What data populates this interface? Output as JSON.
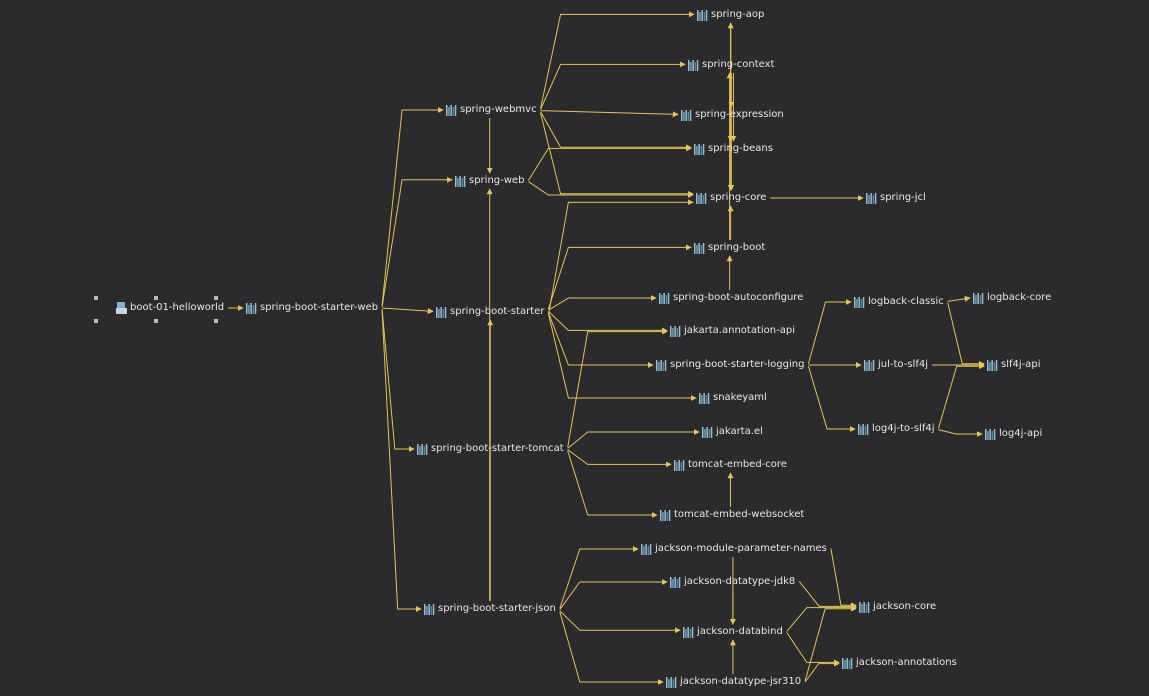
{
  "diagram": {
    "edge_color": "#e9c54a",
    "selected_node": "boot-01-helloworld",
    "root": {
      "id": "root",
      "label": "boot-01-helloworld",
      "icon": "maven-project-icon"
    },
    "nodes": [
      {
        "id": "ssw",
        "label": "spring-boot-starter-web"
      },
      {
        "id": "webmvc",
        "label": "spring-webmvc"
      },
      {
        "id": "web",
        "label": "spring-web"
      },
      {
        "id": "starter",
        "label": "spring-boot-starter"
      },
      {
        "id": "tomcatstarter",
        "label": "spring-boot-starter-tomcat"
      },
      {
        "id": "jsonstarter",
        "label": "spring-boot-starter-json"
      },
      {
        "id": "aop",
        "label": "spring-aop"
      },
      {
        "id": "context",
        "label": "spring-context"
      },
      {
        "id": "expression",
        "label": "spring-expression"
      },
      {
        "id": "beans",
        "label": "spring-beans"
      },
      {
        "id": "core",
        "label": "spring-core"
      },
      {
        "id": "jcl",
        "label": "spring-jcl"
      },
      {
        "id": "boot",
        "label": "spring-boot"
      },
      {
        "id": "autoconf",
        "label": "spring-boot-autoconfigure"
      },
      {
        "id": "jakann",
        "label": "jakarta.annotation-api"
      },
      {
        "id": "logging",
        "label": "spring-boot-starter-logging"
      },
      {
        "id": "snakeyaml",
        "label": "snakeyaml"
      },
      {
        "id": "jakel",
        "label": "jakarta.el"
      },
      {
        "id": "tcore",
        "label": "tomcat-embed-core"
      },
      {
        "id": "tws",
        "label": "tomcat-embed-websocket"
      },
      {
        "id": "logbackclassic",
        "label": "logback-classic"
      },
      {
        "id": "logbackcore",
        "label": "logback-core"
      },
      {
        "id": "jultoslf",
        "label": "jul-to-slf4j"
      },
      {
        "id": "slf4j",
        "label": "slf4j-api"
      },
      {
        "id": "log4jtoslf",
        "label": "log4j-to-slf4j"
      },
      {
        "id": "log4japi",
        "label": "log4j-api"
      },
      {
        "id": "jmpn",
        "label": "jackson-module-parameter-names"
      },
      {
        "id": "jdk8",
        "label": "jackson-datatype-jdk8"
      },
      {
        "id": "databind",
        "label": "jackson-databind"
      },
      {
        "id": "jsr310",
        "label": "jackson-datatype-jsr310"
      },
      {
        "id": "jcore",
        "label": "jackson-core"
      },
      {
        "id": "jann",
        "label": "jackson-annotations"
      }
    ],
    "edges": [
      [
        "root",
        "ssw"
      ],
      [
        "ssw",
        "webmvc"
      ],
      [
        "ssw",
        "web"
      ],
      [
        "ssw",
        "starter"
      ],
      [
        "ssw",
        "tomcatstarter"
      ],
      [
        "ssw",
        "jsonstarter"
      ],
      [
        "webmvc",
        "web"
      ],
      [
        "webmvc",
        "aop"
      ],
      [
        "webmvc",
        "context"
      ],
      [
        "webmvc",
        "expression"
      ],
      [
        "webmvc",
        "beans"
      ],
      [
        "webmvc",
        "core"
      ],
      [
        "web",
        "beans"
      ],
      [
        "web",
        "core"
      ],
      [
        "aop",
        "beans"
      ],
      [
        "aop",
        "core"
      ],
      [
        "context",
        "aop"
      ],
      [
        "context",
        "beans"
      ],
      [
        "context",
        "core"
      ],
      [
        "context",
        "expression"
      ],
      [
        "expression",
        "core"
      ],
      [
        "beans",
        "core"
      ],
      [
        "core",
        "jcl"
      ],
      [
        "boot",
        "core"
      ],
      [
        "boot",
        "context"
      ],
      [
        "starter",
        "boot"
      ],
      [
        "starter",
        "autoconf"
      ],
      [
        "starter",
        "jakann"
      ],
      [
        "starter",
        "logging"
      ],
      [
        "starter",
        "snakeyaml"
      ],
      [
        "starter",
        "core"
      ],
      [
        "autoconf",
        "boot"
      ],
      [
        "logging",
        "logbackclassic"
      ],
      [
        "logging",
        "jultoslf"
      ],
      [
        "logging",
        "log4jtoslf"
      ],
      [
        "logbackclassic",
        "logbackcore"
      ],
      [
        "logbackclassic",
        "slf4j"
      ],
      [
        "jultoslf",
        "slf4j"
      ],
      [
        "log4jtoslf",
        "slf4j"
      ],
      [
        "log4jtoslf",
        "log4japi"
      ],
      [
        "tomcatstarter",
        "jakann"
      ],
      [
        "tomcatstarter",
        "jakel"
      ],
      [
        "tomcatstarter",
        "tcore"
      ],
      [
        "tomcatstarter",
        "tws"
      ],
      [
        "tws",
        "tcore"
      ],
      [
        "jsonstarter",
        "web"
      ],
      [
        "jsonstarter",
        "starter"
      ],
      [
        "jsonstarter",
        "jmpn"
      ],
      [
        "jsonstarter",
        "jdk8"
      ],
      [
        "jsonstarter",
        "databind"
      ],
      [
        "jsonstarter",
        "jsr310"
      ],
      [
        "jmpn",
        "jcore"
      ],
      [
        "jmpn",
        "databind"
      ],
      [
        "jdk8",
        "jcore"
      ],
      [
        "jdk8",
        "databind"
      ],
      [
        "databind",
        "jcore"
      ],
      [
        "databind",
        "jann"
      ],
      [
        "jsr310",
        "jcore"
      ],
      [
        "jsr310",
        "jann"
      ],
      [
        "jsr310",
        "databind"
      ]
    ]
  }
}
